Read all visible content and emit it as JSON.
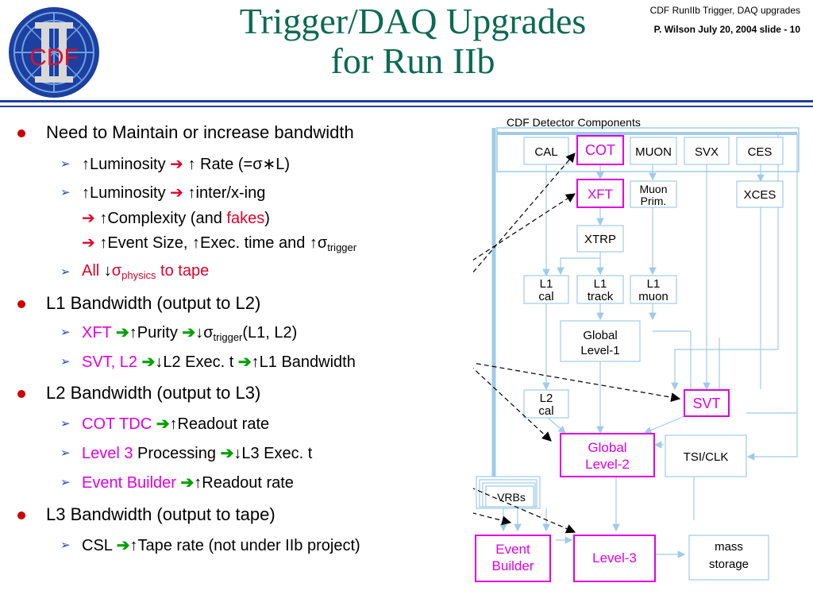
{
  "title": {
    "line1": "Trigger/DAQ Upgrades",
    "line2": "for Run IIb"
  },
  "header": {
    "line1": "CDF RunIIb  Trigger, DAQ upgrades",
    "line2": "P. Wilson   July 20,  2004  slide - 10"
  },
  "logo": {
    "text": "CDF",
    "numeral": "II"
  },
  "bullets": {
    "b1": "Need to Maintain or increase bandwidth",
    "b1a": {
      "up1": "↑",
      "lum": "Luminosity",
      "arrow": "➔",
      "up2": "↑",
      "rest": " Rate (=σ∗L)"
    },
    "b1b": {
      "up1": "↑",
      "lum": "Luminosity",
      "arrow": "➔",
      "up2": "↑",
      "rest": "inter/x-ing"
    },
    "b1b2": {
      "arrow": "➔",
      "up": "↑",
      "t1": "Complexity (and ",
      "t2": "fakes",
      "t3": ")"
    },
    "b1b3": {
      "arrow": "➔",
      "up1": "↑",
      "t1": "Event Size, ",
      "up2": "↑",
      "t2": "Exec. time and ",
      "up3": "↑",
      "sigma": "σ",
      "sub": "trigger"
    },
    "b1c": {
      "t1": "All ",
      "down": "↓",
      "sigma": "σ",
      "sub": "physics",
      "t2": " to tape"
    },
    "b2": "L1 Bandwidth (output to L2)",
    "b2a": {
      "t1": "XFT ",
      "arrow": "➔",
      "up": "↑",
      "t2": "Purity ",
      "arrow2": "➔",
      "down": "↓",
      "sigma": "σ",
      "sub": "trigger",
      "t3": "(L1, L2)"
    },
    "b2b": {
      "t1": "SVT, L2 ",
      "arrow": "➔",
      "down": "↓",
      "t2": "L2 Exec. t ",
      "arrow2": "➔",
      "up": "↑",
      "t3": "L1 Bandwidth"
    },
    "b3": "L2 Bandwidth (output to L3)",
    "b3a": {
      "t1": "COT TDC ",
      "arrow": "➔",
      "up": "↑",
      "t2": "Readout rate"
    },
    "b3b": {
      "t1": "Level 3",
      "t2": " Processing  ",
      "arrow": "➔",
      "down": "↓",
      "t3": "L3 Exec. t"
    },
    "b3c": {
      "t1": "Event Builder ",
      "arrow": "➔",
      "up": "↑",
      "t2": "Readout rate"
    },
    "b4": "L3 Bandwidth (output to tape)",
    "b4a": {
      "t1": "CSL ",
      "arrow": "➔",
      "up": "↑",
      "t2": "Tape rate (not under IIb project)"
    }
  },
  "diagram": {
    "title": "CDF Detector Components",
    "cal": "CAL",
    "cot": "COT",
    "muon": "MUON",
    "svx": "SVX",
    "ces": "CES",
    "xft": "XFT",
    "muonprim1": "Muon",
    "muonprim2": "Prim.",
    "xces": "XCES",
    "xtrp": "XTRP",
    "l1cal1": "L1",
    "l1cal2": "cal",
    "l1track1": "L1",
    "l1track2": "track",
    "l1muon1": "L1",
    "l1muon2": "muon",
    "gl1a": "Global",
    "gl1b": "Level-1",
    "l2cal1": "L2",
    "l2cal2": "cal",
    "svt": "SVT",
    "gl2a": "Global",
    "gl2b": "Level-2",
    "tsi": "TSI/CLK",
    "vrbs": "VRBs",
    "eb1": "Event",
    "eb2": "Builder",
    "l3": "Level-3",
    "ms1": "mass",
    "ms2": "storage"
  },
  "colors": {
    "title": "#0c6a52",
    "rule": "#1c3fa0",
    "red": "#e0002a",
    "magenta": "#e000e0",
    "green": "#00a000",
    "diagramLine": "#9fcbe8",
    "logoBlue": "#1c3fa0"
  }
}
